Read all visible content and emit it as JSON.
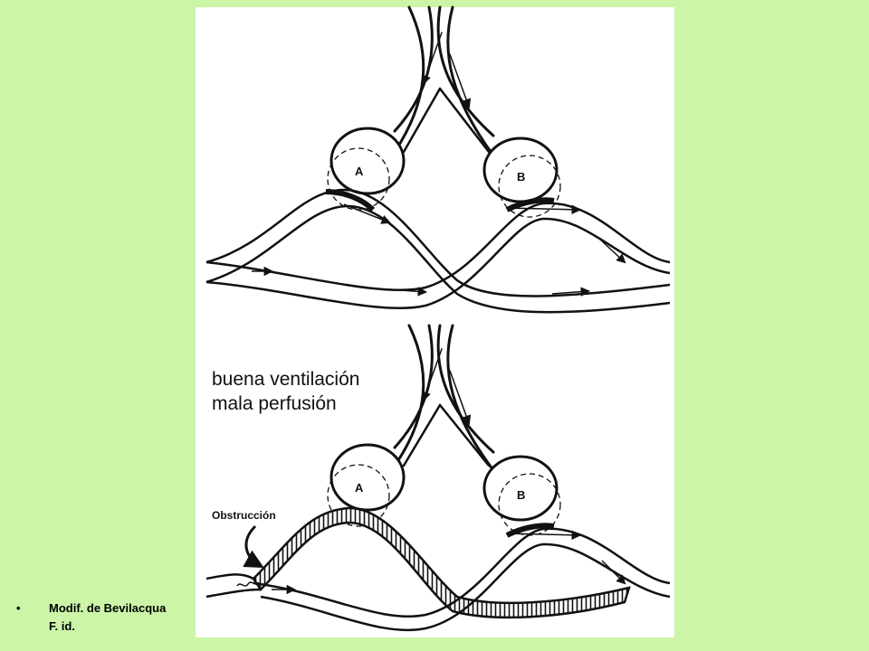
{
  "figure": {
    "annotation_lines": [
      "buena ventilación",
      "mala perfusión"
    ],
    "top_panel": {
      "alveolus_a_label": "A",
      "alveolus_b_label": "B"
    },
    "bottom_panel": {
      "alveolus_a_label": "A",
      "alveolus_b_label": "B",
      "obstruction_label": "Obstrucción"
    }
  },
  "credit": {
    "bullet": "•",
    "lines": [
      "Modif. de Bevilacqua",
      "F. id."
    ]
  },
  "colors": {
    "background": "#ccf5a8",
    "panel": "#ffffff",
    "ink": "#111111"
  }
}
